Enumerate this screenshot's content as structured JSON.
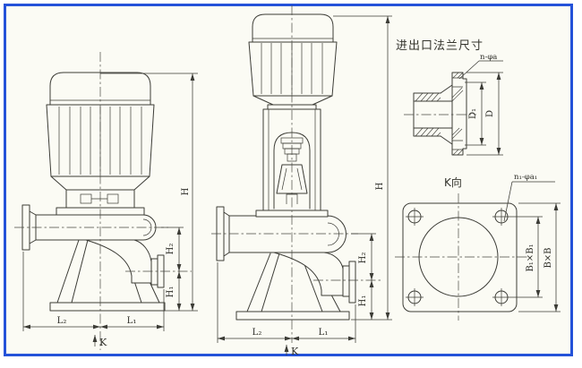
{
  "drawing": {
    "type": "vertical-sewage-pump-outline-and-mounting-dimensions",
    "colors": {
      "frame_border": "#2452d9",
      "paper": "#fbfbf4",
      "ink": "#3c3c36"
    }
  },
  "left_pump": {
    "dim_h": "H",
    "dim_h2": "H₂",
    "dim_h1": "H₁",
    "dim_l2": "L₂",
    "dim_l1": "L₁",
    "view_mark": "K"
  },
  "middle_pump": {
    "dim_h": "H",
    "dim_h2": "H₂",
    "dim_h1": "H₁",
    "dim_l2": "L₂",
    "dim_l1": "L₁",
    "view_mark": "K"
  },
  "flange_detail": {
    "title": "进出口法兰尺寸",
    "bolt_callout": "n-φa",
    "dim_d1": "D₁",
    "dim_d": "D"
  },
  "base_view": {
    "title": "K向",
    "bolt_callout": "n₁-φa₁",
    "dim_b1": "B₁×B₁",
    "dim_b": "B×B"
  }
}
